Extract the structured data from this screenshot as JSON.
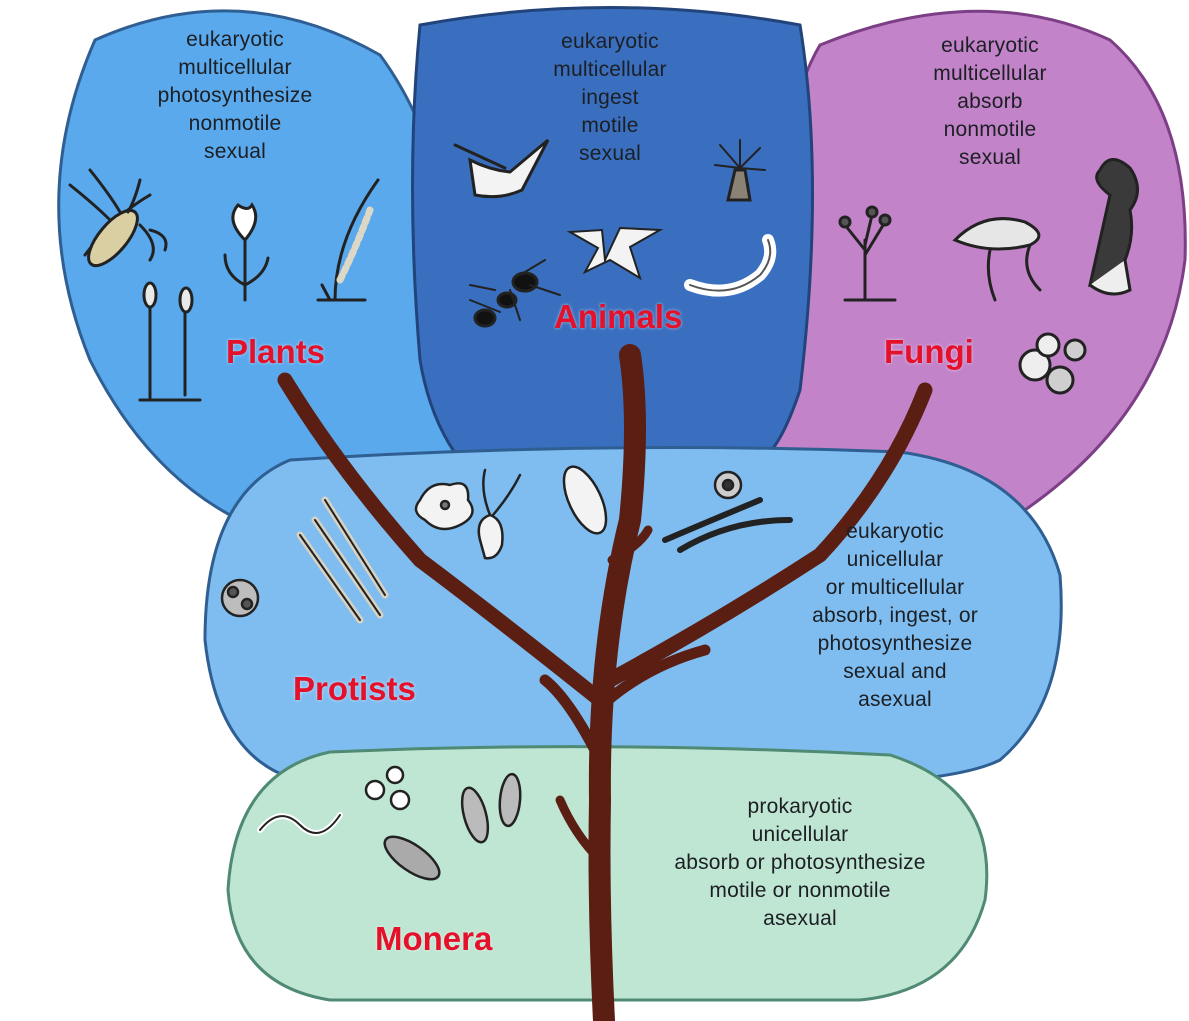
{
  "colors": {
    "plants_fill": "#5aa9ec",
    "animals_fill": "#3a6fbf",
    "fungi_fill": "#c283c9",
    "protists_fill": "#7fbdf0",
    "monera_fill": "#bfe5d3",
    "trunk": "#5b1e12",
    "name_red": "#e5102a"
  },
  "kingdoms": {
    "plants": {
      "name": "Plants",
      "traits": [
        "eukaryotic",
        "multicellular",
        "photosynthesize",
        "nonmotile",
        "sexual"
      ]
    },
    "animals": {
      "name": "Animals",
      "traits": [
        "eukaryotic",
        "multicellular",
        "ingest",
        "motile",
        "sexual"
      ]
    },
    "fungi": {
      "name": "Fungi",
      "traits": [
        "eukaryotic",
        "multicellular",
        "absorb",
        "nonmotile",
        "sexual"
      ]
    },
    "protists": {
      "name": "Protists",
      "traits": [
        "eukaryotic",
        "unicellular",
        "or multicellular",
        "absorb, ingest, or",
        "photosynthesize",
        "sexual and",
        "asexual"
      ]
    },
    "monera": {
      "name": "Monera",
      "traits": [
        "prokaryotic",
        "unicellular",
        "absorb or photosynthesize",
        "motile or nonmotile",
        "asexual"
      ]
    }
  }
}
